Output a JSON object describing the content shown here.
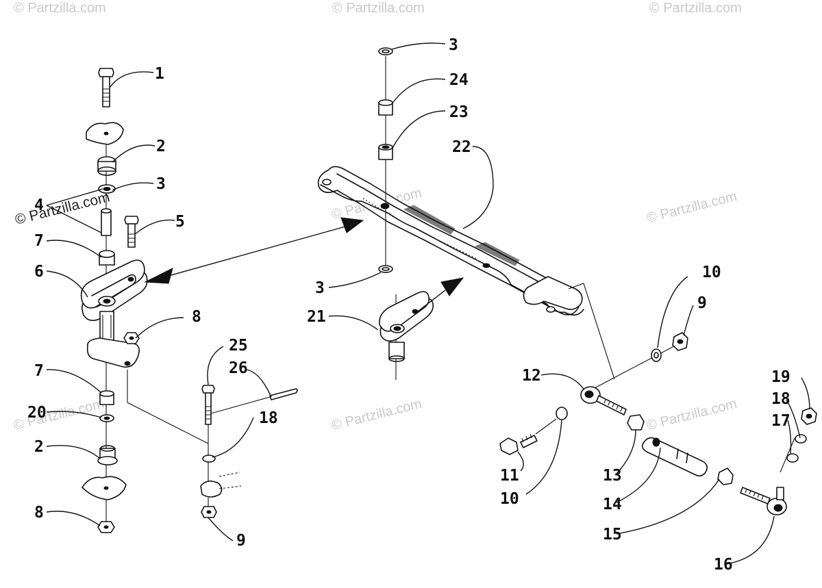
{
  "watermark": {
    "text": "© Partzilla.com"
  },
  "callouts": [
    {
      "id": "c1",
      "label": "1"
    },
    {
      "id": "c2a",
      "label": "2"
    },
    {
      "id": "c3a",
      "label": "3"
    },
    {
      "id": "c4",
      "label": "4"
    },
    {
      "id": "c5",
      "label": "5"
    },
    {
      "id": "c7a",
      "label": "7"
    },
    {
      "id": "c6",
      "label": "6"
    },
    {
      "id": "c8a",
      "label": "8"
    },
    {
      "id": "c7b",
      "label": "7"
    },
    {
      "id": "c20",
      "label": "20"
    },
    {
      "id": "c2b",
      "label": "2"
    },
    {
      "id": "c8b",
      "label": "8"
    },
    {
      "id": "c25",
      "label": "25"
    },
    {
      "id": "c26",
      "label": "26"
    },
    {
      "id": "c18a",
      "label": "18"
    },
    {
      "id": "c9a",
      "label": "9"
    },
    {
      "id": "c3b",
      "label": "3"
    },
    {
      "id": "c24",
      "label": "24"
    },
    {
      "id": "c23",
      "label": "23"
    },
    {
      "id": "c22",
      "label": "22"
    },
    {
      "id": "c3c",
      "label": "3"
    },
    {
      "id": "c21",
      "label": "21"
    },
    {
      "id": "c10a",
      "label": "10"
    },
    {
      "id": "c9b",
      "label": "9"
    },
    {
      "id": "c12",
      "label": "12"
    },
    {
      "id": "c19",
      "label": "19"
    },
    {
      "id": "c18b",
      "label": "18"
    },
    {
      "id": "c17",
      "label": "17"
    },
    {
      "id": "c11",
      "label": "11"
    },
    {
      "id": "c10b",
      "label": "10"
    },
    {
      "id": "c13",
      "label": "13"
    },
    {
      "id": "c14",
      "label": "14"
    },
    {
      "id": "c15",
      "label": "15"
    },
    {
      "id": "c16",
      "label": "16"
    }
  ]
}
